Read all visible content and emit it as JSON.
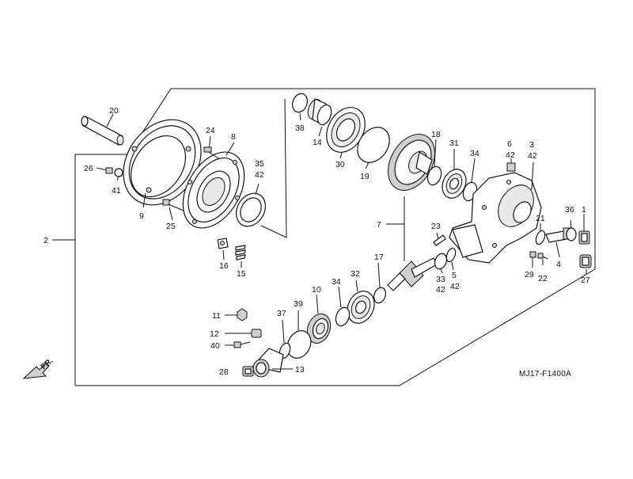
{
  "diagram": {
    "code": "MJ17-F1400A",
    "direction_label": "FR.",
    "callouts": {
      "c1": "1",
      "c2": "2",
      "c3": "3",
      "c4": "4",
      "c5": "5",
      "c6": "6",
      "c7": "7",
      "c8": "8",
      "c9": "9",
      "c10": "10",
      "c11": "11",
      "c12": "12",
      "c13": "13",
      "c14": "14",
      "c15": "15",
      "c16": "16",
      "c17": "17",
      "c18": "18",
      "c19": "19",
      "c20": "20",
      "c21": "21",
      "c22": "22",
      "c23": "23",
      "c24": "24",
      "c25": "25",
      "c26": "26",
      "c27": "27",
      "c28": "28",
      "c29": "29",
      "c30": "30",
      "c31": "31",
      "c32": "32",
      "c34a": "34",
      "c34b": "34",
      "c35": "35",
      "c36": "36",
      "c37": "37",
      "c38": "38",
      "c39": "39",
      "c40": "40",
      "c41": "41",
      "c42_35": "42",
      "c42_6": "42",
      "c42_3": "42",
      "c42_5": "42",
      "c42_33": "42",
      "c33": "33"
    }
  }
}
